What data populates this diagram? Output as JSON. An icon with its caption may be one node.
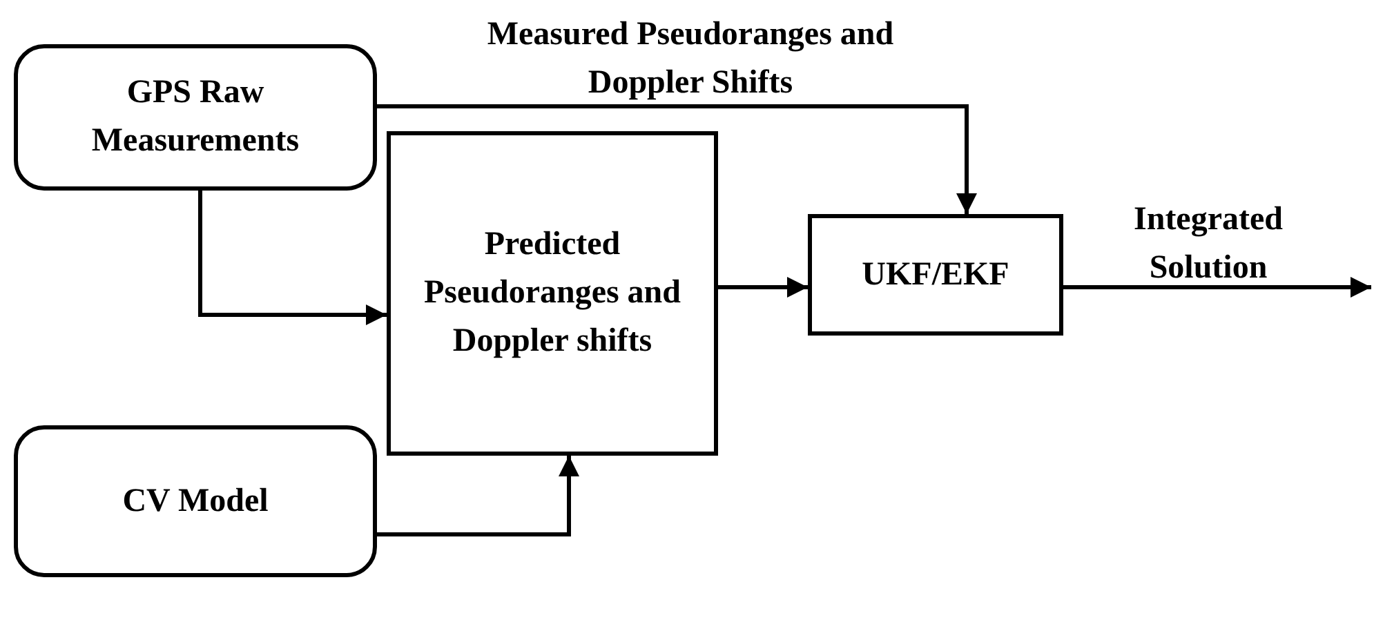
{
  "diagram": {
    "nodes": [
      {
        "text": [
          "GPS Raw Measurements"
        ]
      },
      {
        "text": [
          "Predicted Pseudoranges and Doppler shifts"
        ]
      },
      {
        "text": [
          "UKF/EKF"
        ]
      },
      {
        "text": [
          "CV Model"
        ]
      }
    ],
    "edges": [
      {
        "from": 0,
        "to": 2,
        "arrow": "to",
        "label": "Measured Pseudoranges and Doppler Shifts"
      },
      {
        "from": 0,
        "to": 1,
        "arrow": "to"
      },
      {
        "from": 3,
        "to": 1,
        "arrow": "to"
      },
      {
        "from": 1,
        "to": 2,
        "arrow": "to"
      },
      {
        "from": 2,
        "to": null,
        "arrow": "to",
        "label": "Integrated Solution"
      }
    ]
  }
}
